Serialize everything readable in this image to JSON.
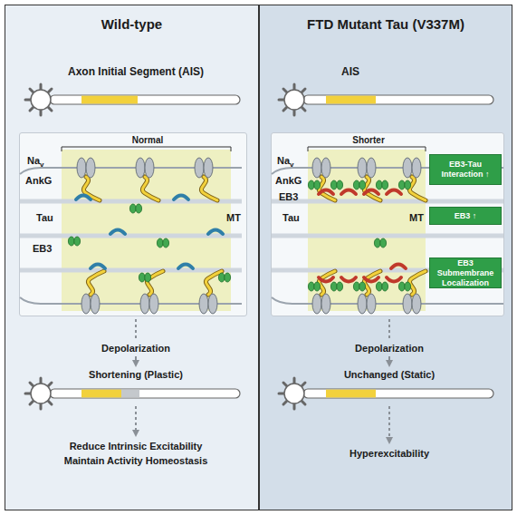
{
  "diagram": {
    "nodes": [
      {
        "text": [
          "Wild-type"
        ]
      },
      {
        "text": [
          "Normal"
        ],
        "in": 0
      },
      {
        "text": [
          "FTD Mutant Tau (V337M)"
        ]
      },
      {
        "text": [
          "Shorter"
        ],
        "in": 2
      },
      {
        "text": [
          "EB3-Tau Interaction ↑"
        ],
        "in": 3
      },
      {
        "text": [
          "EB3 ↑"
        ],
        "in": 3
      },
      {
        "text": [
          "EB3 Submembrane Localization"
        ],
        "in": 3
      }
    ],
    "labels": [
      "Axon Initial Segment (AIS)",
      "Na",
      "v",
      "AnkG",
      "Tau",
      "MT",
      "EB3",
      "Depolarization",
      "Shortening (Plastic)",
      "Reduce Intrinsic Excitability",
      "Maintain Activity Homeostasis",
      "AIS",
      "Na",
      "v",
      "AnkG",
      "EB3",
      "Tau",
      "MT",
      "Depolarization",
      "Unchanged (Static)",
      "Hyperexcitability"
    ]
  }
}
